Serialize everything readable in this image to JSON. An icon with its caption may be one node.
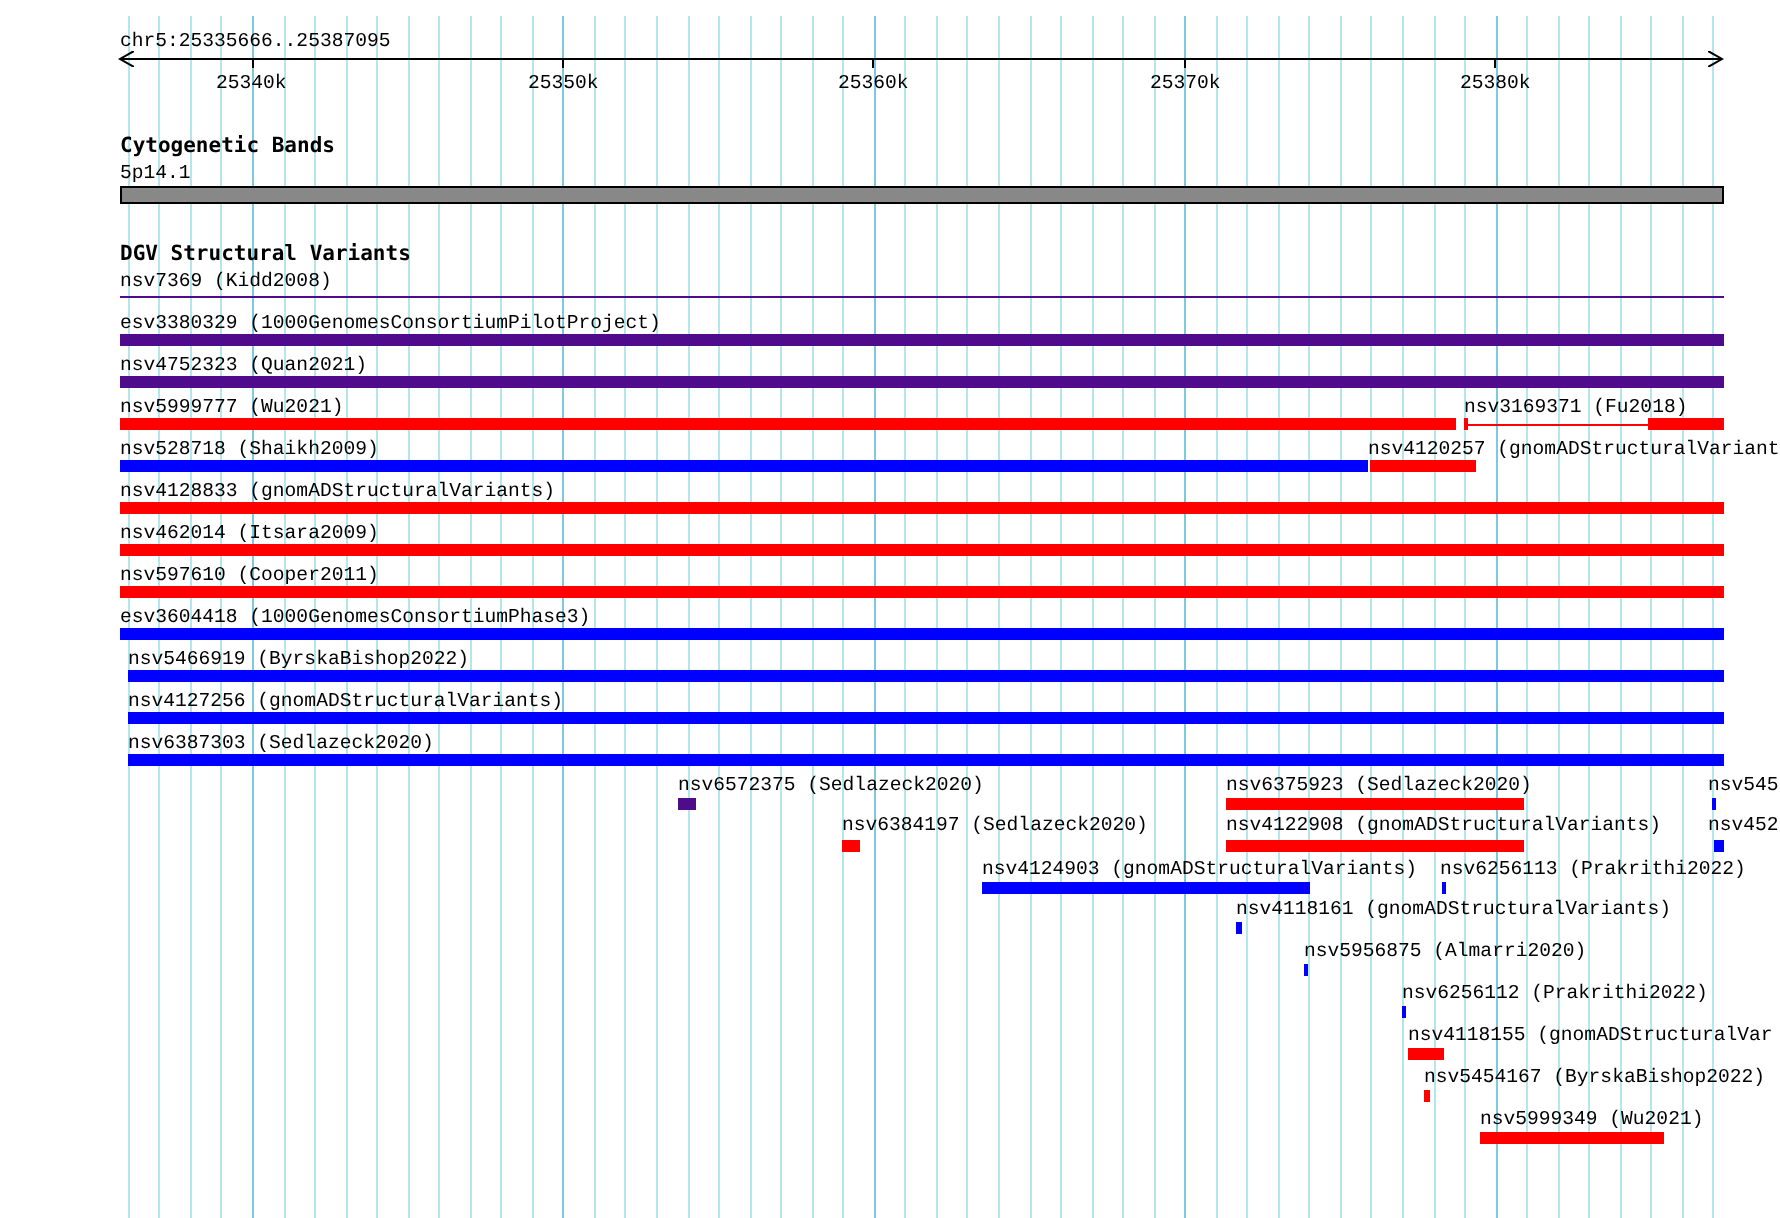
{
  "diagram": {
    "nodes": [
      {
        "text": [
          "5p14.1"
        ]
      },
      {
        "text": [
          "nsv7369 (Kidd2008)"
        ]
      },
      {
        "text": [
          "esv3380329 (1000GenomesConsortiumPilotProject)"
        ]
      },
      {
        "text": [
          "nsv4752323 (Quan2021)"
        ]
      },
      {
        "text": [
          "nsv5999777 (Wu2021)"
        ]
      },
      {
        "text": [
          "nsv3169371 (Fu2018)"
        ]
      },
      {
        "text": [
          "nsv528718 (Shaikh2009)"
        ]
      },
      {
        "text": [
          "nsv4120257 (gnomADStructuralVariant"
        ]
      },
      {
        "text": [
          "nsv4128833 (gnomADStructuralVariants)"
        ]
      },
      {
        "text": [
          "nsv462014 (Itsara2009)"
        ]
      },
      {
        "text": [
          "nsv597610 (Cooper2011)"
        ]
      },
      {
        "text": [
          "esv3604418 (1000GenomesConsortiumPhase3)"
        ]
      },
      {
        "text": [
          "nsv5466919 (ByrskaBishop2022)"
        ]
      },
      {
        "text": [
          "nsv4127256 (gnomADStructuralVariants)"
        ]
      },
      {
        "text": [
          "nsv6387303 (Sedlazeck2020)"
        ]
      },
      {
        "text": [
          "nsv6572375 (Sedlazeck2020)"
        ]
      },
      {
        "text": [
          "nsv6375923 (Sedlazeck2020)"
        ]
      },
      {
        "text": [
          "nsv545"
        ]
      },
      {
        "text": [
          "nsv6384197 (Sedlazeck2020)"
        ]
      },
      {
        "text": [
          "nsv4122908 (gnomADStructuralVariants)"
        ]
      },
      {
        "text": [
          "nsv452"
        ]
      },
      {
        "text": [
          "nsv4124903 (gnomADStructuralVariants)"
        ]
      },
      {
        "text": [
          "nsv6256113 (Prakrithi2022)"
        ]
      },
      {
        "text": [
          "nsv4118161 (gnomADStructuralVariants)"
        ]
      },
      {
        "text": [
          "nsv5956875 (Almarri2020)"
        ]
      },
      {
        "text": [
          "nsv6256112 (Prakrithi2022)"
        ]
      },
      {
        "text": [
          "nsv4118155 (gnomADStructuralVar"
        ]
      },
      {
        "text": [
          "nsv5454167 (ByrskaBishop2022)"
        ]
      },
      {
        "text": [
          "nsv5999349 (Wu2021)"
        ]
      }
    ],
    "labels": [
      "chr5:25335666..25387095",
      "25340k",
      "25350k",
      "25360k",
      "25370k",
      "25380k",
      "Cytogenetic Bands",
      "DGV Structural Variants"
    ]
  }
}
